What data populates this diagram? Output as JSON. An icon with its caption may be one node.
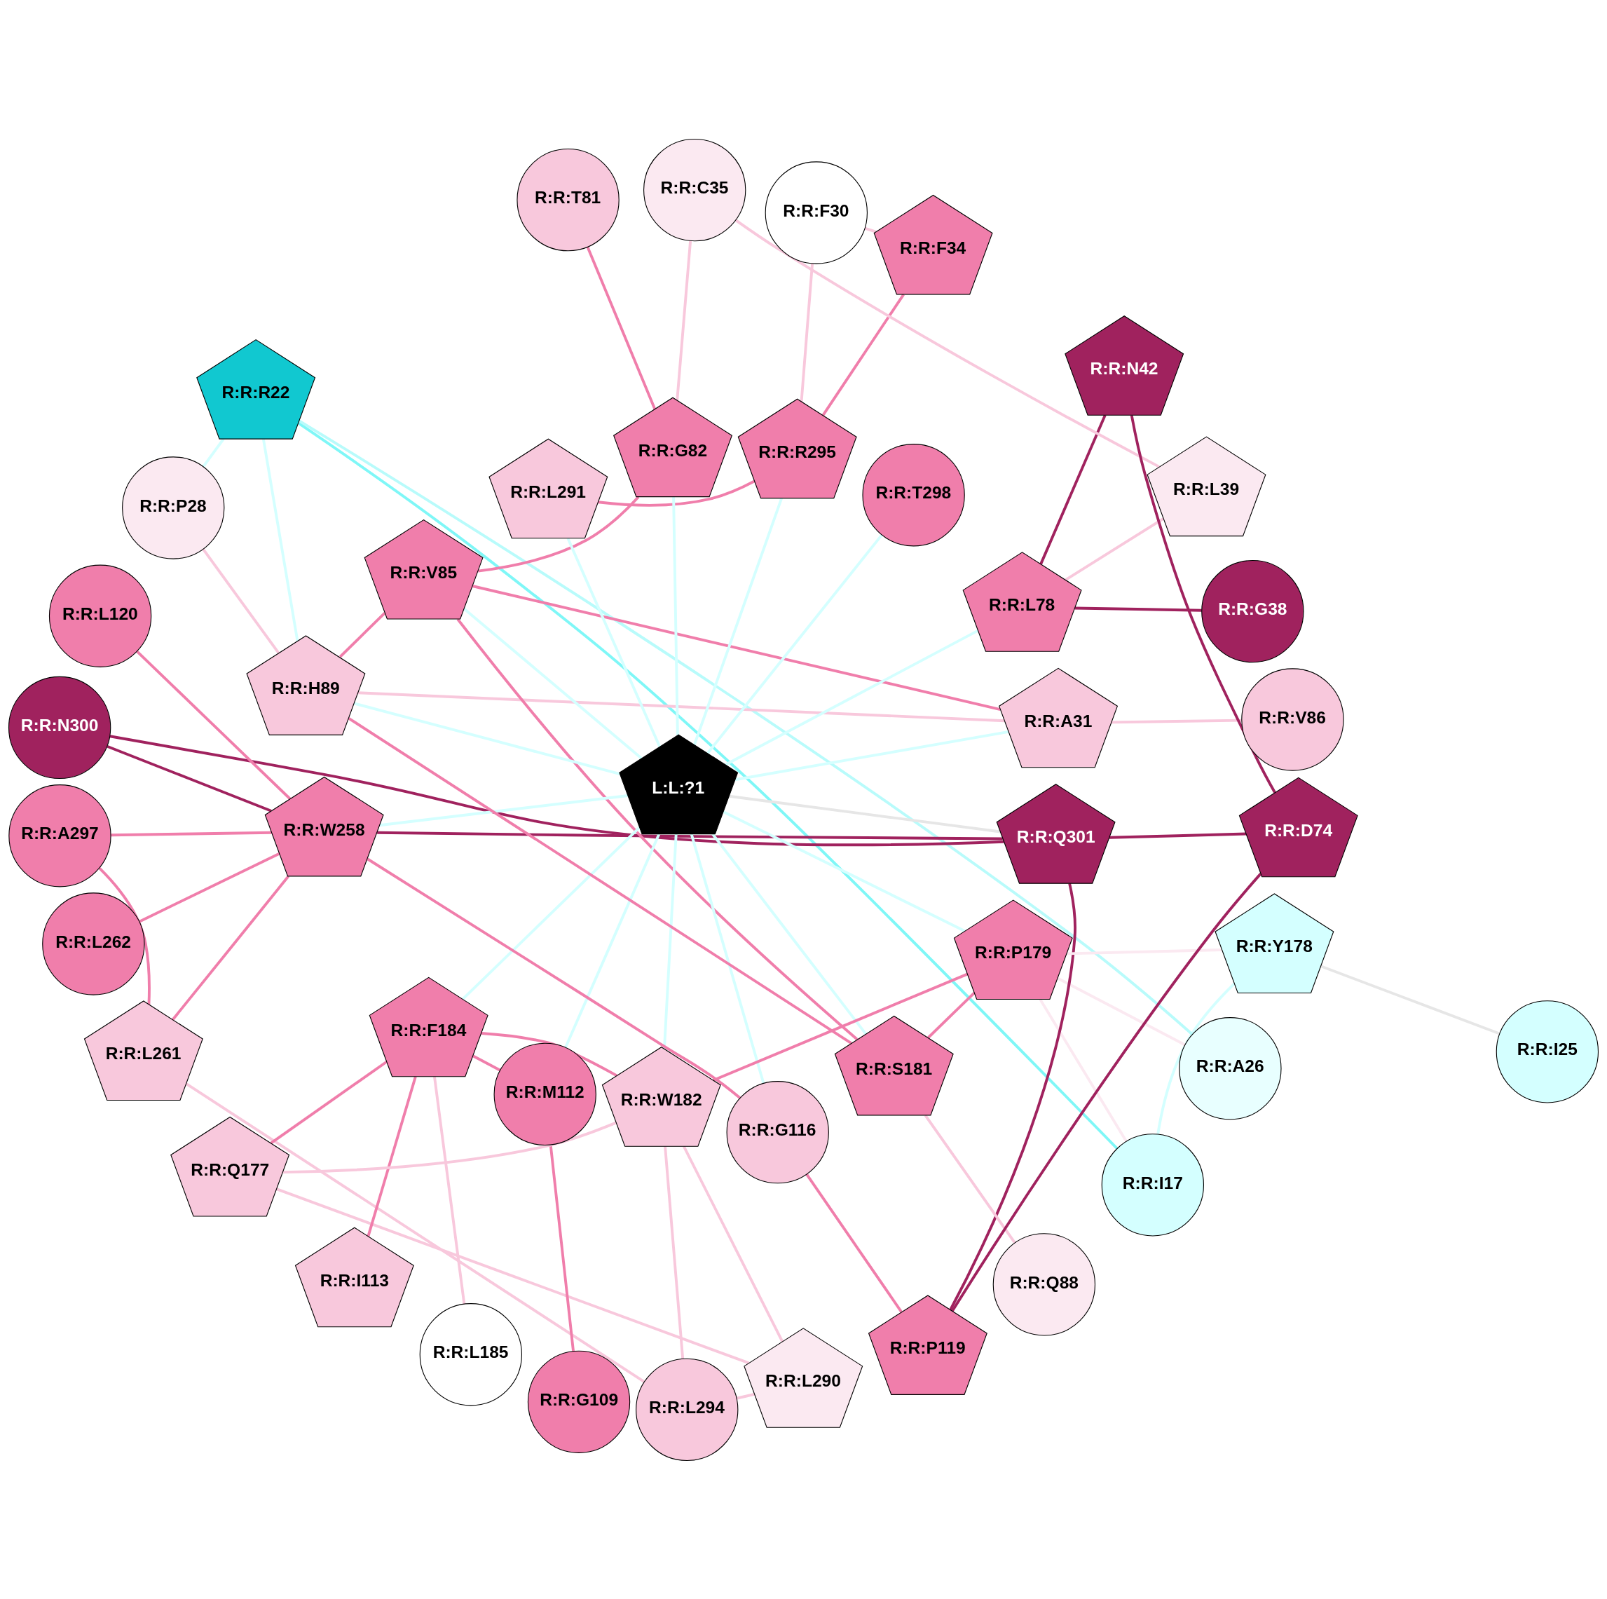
{
  "diagram": {
    "nodes": [
      {
        "text": [
          "R:R:I17"
        ]
      },
      {
        "text": [
          "R:R:V86"
        ]
      },
      {
        "text": [
          "R:R:R22"
        ]
      },
      {
        "text": [
          "R:R:N300"
        ]
      },
      {
        "text": [
          "R:R:I25"
        ]
      },
      {
        "text": [
          "R:R:A297"
        ]
      },
      {
        "text": [
          "R:R:A26"
        ]
      },
      {
        "text": [
          "R:R:L262"
        ]
      },
      {
        "text": [
          "R:R:Q301"
        ]
      },
      {
        "text": [
          "R:R:A31"
        ]
      },
      {
        "text": [
          "R:R:L78"
        ]
      },
      {
        "text": [
          "R:R:P28"
        ]
      },
      {
        "text": [
          "R:R:T298"
        ]
      },
      {
        "text": [
          "R:R:T81"
        ]
      },
      {
        "text": [
          "R:R:L261"
        ]
      },
      {
        "text": [
          "R:R:F30"
        ]
      },
      {
        "text": [
          "R:R:R295"
        ]
      },
      {
        "text": [
          "R:R:G82"
        ]
      },
      {
        "text": [
          "R:R:L185"
        ]
      },
      {
        "text": [
          "R:R:F34"
        ]
      },
      {
        "text": [
          "R:R:L291"
        ]
      },
      {
        "text": [
          "R:R:V85"
        ]
      },
      {
        "text": [
          "L:L:?1"
        ]
      },
      {
        "text": [
          "R:R:L294"
        ]
      },
      {
        "text": [
          "R:R:C35"
        ]
      },
      {
        "text": [
          "R:R:H89"
        ]
      },
      {
        "text": [
          "R:R:W258"
        ]
      },
      {
        "text": [
          "R:R:L290"
        ]
      },
      {
        "text": [
          "R:R:G38"
        ]
      },
      {
        "text": [
          "R:R:F184"
        ]
      },
      {
        "text": [
          "R:R:M112"
        ]
      },
      {
        "text": [
          "R:R:Y178"
        ]
      },
      {
        "text": [
          "R:R:L39"
        ]
      },
      {
        "text": [
          "R:R:W182"
        ]
      },
      {
        "text": [
          "R:R:G116"
        ]
      },
      {
        "text": [
          "R:R:S181"
        ]
      },
      {
        "text": [
          "R:R:P179"
        ]
      },
      {
        "text": [
          "R:R:N42"
        ]
      },
      {
        "text": [
          "R:R:Q177"
        ]
      },
      {
        "text": [
          "R:R:L120"
        ]
      },
      {
        "text": [
          "R:R:D74"
        ]
      },
      {
        "text": [
          "R:R:Q88"
        ]
      },
      {
        "text": [
          "R:R:P119"
        ]
      },
      {
        "text": [
          "R:R:I113"
        ]
      },
      {
        "text": [
          "R:R:G109"
        ]
      }
    ],
    "edges": [
      {
        "from": 3,
        "to": 8,
        "arrow": "none",
        "color": "#a0225e"
      },
      {
        "from": 3,
        "to": 26,
        "arrow": "none",
        "color": "#a0225e"
      },
      {
        "from": 8,
        "to": 26,
        "arrow": "none",
        "color": "#a0225e"
      },
      {
        "from": 8,
        "to": 42,
        "arrow": "none",
        "color": "#a0225e"
      },
      {
        "from": 8,
        "to": 40,
        "arrow": "none",
        "color": "#a0225e"
      },
      {
        "from": 10,
        "to": 28,
        "arrow": "none",
        "color": "#a0225e"
      },
      {
        "from": 10,
        "to": 37,
        "arrow": "none",
        "color": "#a0225e"
      },
      {
        "from": 37,
        "to": 40,
        "arrow": "none",
        "color": "#a0225e"
      },
      {
        "from": 40,
        "to": 42,
        "arrow": "none",
        "color": "#a0225e"
      },
      {
        "from": 5,
        "to": 14,
        "arrow": "none"
      },
      {
        "from": 5,
        "to": 26,
        "arrow": "none"
      },
      {
        "from": 7,
        "to": 26,
        "arrow": "none"
      },
      {
        "from": 14,
        "to": 26,
        "arrow": "none"
      },
      {
        "from": 16,
        "to": 20,
        "arrow": "none"
      },
      {
        "from": 16,
        "to": 19,
        "arrow": "none"
      },
      {
        "from": 26,
        "to": 34,
        "arrow": "none"
      },
      {
        "from": 26,
        "to": 39,
        "arrow": "none"
      },
      {
        "from": 29,
        "to": 30,
        "arrow": "none"
      },
      {
        "from": 29,
        "to": 43,
        "arrow": "none"
      },
      {
        "from": 29,
        "to": 33,
        "arrow": "none"
      },
      {
        "from": 29,
        "to": 38,
        "arrow": "none"
      },
      {
        "from": 9,
        "to": 21,
        "arrow": "none"
      },
      {
        "from": 13,
        "to": 17,
        "arrow": "none"
      },
      {
        "from": 17,
        "to": 21,
        "arrow": "none"
      },
      {
        "from": 21,
        "to": 25,
        "arrow": "none"
      },
      {
        "from": 21,
        "to": 35,
        "arrow": "none"
      },
      {
        "from": 25,
        "to": 35,
        "arrow": "none"
      },
      {
        "from": 30,
        "to": 44,
        "arrow": "none"
      },
      {
        "from": 34,
        "to": 42,
        "arrow": "none"
      },
      {
        "from": 35,
        "to": 36,
        "arrow": "none"
      },
      {
        "from": 33,
        "to": 36,
        "arrow": "none"
      },
      {
        "from": 1,
        "to": 9,
        "arrow": "none",
        "color": "#f8c8dc"
      },
      {
        "from": 9,
        "to": 25,
        "arrow": "none",
        "color": "#f8c8dc"
      },
      {
        "from": 10,
        "to": 32,
        "arrow": "none",
        "color": "#f8c8dc"
      },
      {
        "from": 11,
        "to": 25,
        "arrow": "none",
        "color": "#f8c8dc"
      },
      {
        "from": 15,
        "to": 16,
        "arrow": "none",
        "color": "#f8c8dc"
      },
      {
        "from": 15,
        "to": 19,
        "arrow": "none",
        "color": "#f8c8dc"
      },
      {
        "from": 17,
        "to": 24,
        "arrow": "none",
        "color": "#f8c8dc"
      },
      {
        "from": 24,
        "to": 32,
        "arrow": "none",
        "color": "#f8c8dc"
      },
      {
        "from": 14,
        "to": 23,
        "arrow": "none",
        "color": "#f8c8dc"
      },
      {
        "from": 23,
        "to": 27,
        "arrow": "none",
        "color": "#f8c8dc"
      },
      {
        "from": 18,
        "to": 29,
        "arrow": "none",
        "color": "#f8c8dc"
      },
      {
        "from": 23,
        "to": 33,
        "arrow": "none",
        "color": "#f8c8dc"
      },
      {
        "from": 27,
        "to": 33,
        "arrow": "none",
        "color": "#f8c8dc"
      },
      {
        "from": 27,
        "to": 38,
        "arrow": "none",
        "color": "#f8c8dc"
      },
      {
        "from": 38,
        "to": 33,
        "arrow": "none",
        "color": "#f8c8dc"
      },
      {
        "from": 35,
        "to": 41,
        "arrow": "none",
        "color": "#f8c8dc"
      },
      {
        "from": 31,
        "to": 36,
        "arrow": "none",
        "color": "#fbe9f1"
      },
      {
        "from": 0,
        "to": 36,
        "arrow": "none",
        "color": "#fbe9f1"
      },
      {
        "from": 6,
        "to": 36,
        "arrow": "none",
        "color": "#fbe9f1"
      },
      {
        "from": 8,
        "to": 22,
        "arrow": "none",
        "color": "#e6e6e6"
      },
      {
        "from": 4,
        "to": 31,
        "arrow": "none",
        "color": "#e6e6e6"
      },
      {
        "from": 0,
        "to": 2,
        "arrow": "none",
        "color": "#7ff7f7"
      },
      {
        "from": 2,
        "to": 6,
        "arrow": "none",
        "color": "#b8fbfb"
      },
      {
        "from": 2,
        "to": 11,
        "arrow": "none",
        "color": "#d4ffff"
      },
      {
        "from": 0,
        "to": 31,
        "arrow": "none",
        "color": "#d4ffff"
      },
      {
        "from": 22,
        "to": 9,
        "arrow": "none",
        "color": "#d4ffff"
      },
      {
        "from": 22,
        "to": 10,
        "arrow": "none",
        "color": "#d4ffff"
      },
      {
        "from": 22,
        "to": 12,
        "arrow": "none",
        "color": "#d4ffff"
      },
      {
        "from": 22,
        "to": 16,
        "arrow": "none",
        "color": "#d4ffff"
      },
      {
        "from": 22,
        "to": 17,
        "arrow": "none",
        "color": "#d4ffff"
      },
      {
        "from": 22,
        "to": 20,
        "arrow": "none",
        "color": "#d4ffff"
      },
      {
        "from": 22,
        "to": 21,
        "arrow": "none",
        "color": "#d4ffff"
      },
      {
        "from": 22,
        "to": 25,
        "arrow": "none",
        "color": "#d4ffff"
      },
      {
        "from": 22,
        "to": 26,
        "arrow": "none",
        "color": "#d4ffff"
      },
      {
        "from": 22,
        "to": 29,
        "arrow": "none",
        "color": "#d4ffff"
      },
      {
        "from": 22,
        "to": 30,
        "arrow": "none",
        "color": "#d4ffff"
      },
      {
        "from": 22,
        "to": 33,
        "arrow": "none",
        "color": "#d4ffff"
      },
      {
        "from": 22,
        "to": 34,
        "arrow": "none",
        "color": "#d4ffff"
      },
      {
        "from": 22,
        "to": 35,
        "arrow": "none",
        "color": "#d4ffff"
      },
      {
        "from": 22,
        "to": 36,
        "arrow": "none",
        "color": "#d4ffff"
      },
      {
        "from": 2,
        "to": 25,
        "arrow": "none",
        "color": "#d4ffff"
      }
    ]
  }
}
